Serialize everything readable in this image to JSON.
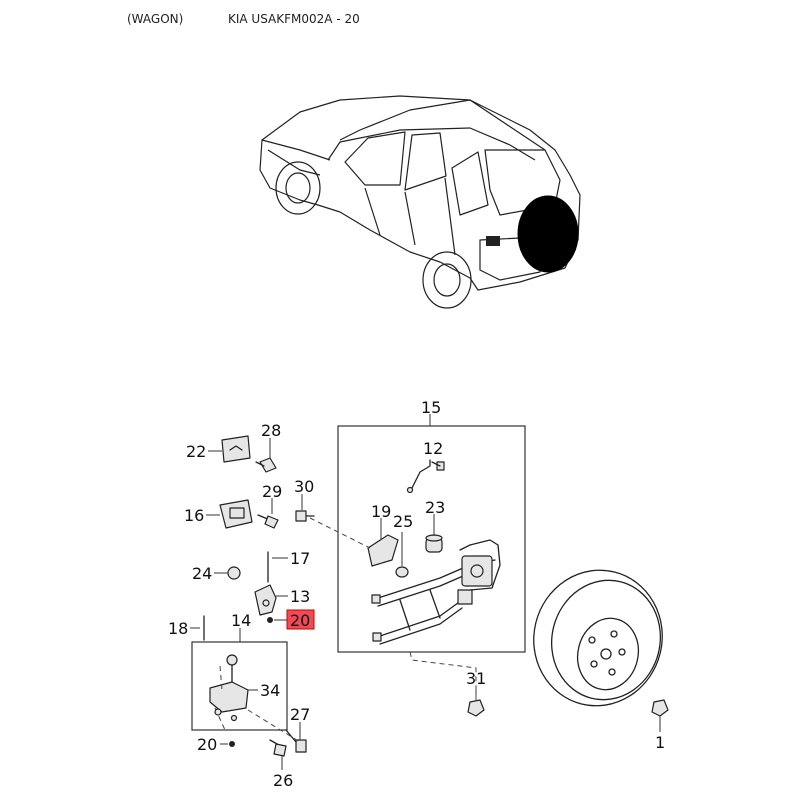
{
  "header": {
    "variant": "(WAGON)",
    "catalog_code": "KIA USAKFM002A - 20"
  },
  "callouts": {
    "p15": "15",
    "p12": "12",
    "p22": "22",
    "p28": "28",
    "p29": "29",
    "p30": "30",
    "p16": "16",
    "p19": "19",
    "p25": "25",
    "p23": "23",
    "p17": "17",
    "p24": "24",
    "p13": "13",
    "p20_highlight": "20",
    "p14": "14",
    "p18": "18",
    "p34": "34",
    "p27": "27",
    "p20": "20",
    "p26": "26",
    "p31": "31",
    "p1": "1"
  },
  "highlight_color": "#f04a55"
}
